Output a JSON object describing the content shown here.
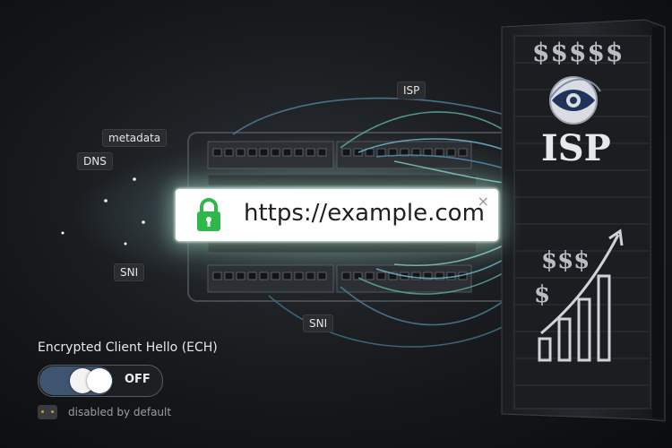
{
  "labels": {
    "isp_top": "ISP",
    "metadata": "metadata",
    "dns": "DNS",
    "sni_left": "SNI",
    "sni_bottom": "SNI"
  },
  "url_bar": {
    "url": "https://example.com",
    "close_symbol": "×",
    "lock_color": "#2fb84a"
  },
  "server": {
    "dollars_top": "$$$$$",
    "logo_text": "ISP",
    "dollars_mid": "$$$",
    "dollar_low": "$"
  },
  "ech": {
    "title": "Encrypted Client Hello (ECH)",
    "toggle_state": "OFF",
    "note": "disabled by default"
  },
  "colors": {
    "accent_green": "#9dffb0",
    "toggle_track": "#3e5572",
    "lock_green": "#2fb84a"
  },
  "icons": [
    "lock-icon",
    "close-icon",
    "eye-logo-icon",
    "growth-arrow-icon",
    "card-icon"
  ]
}
